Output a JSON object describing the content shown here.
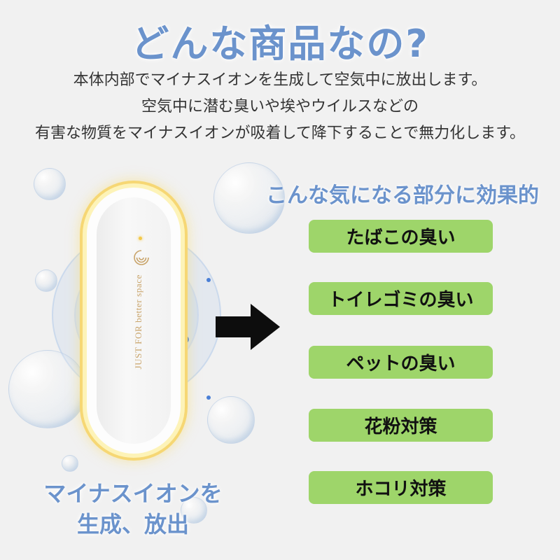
{
  "title": "どんな商品なの?",
  "description": [
    "本体内部でマイナスイオンを生成して空気中に放出します。",
    "空気中に潜む臭いや埃やウイルスなどの",
    "有害な物質をマイナスイオンが吸着して降下することで無力化します。"
  ],
  "subheading": "こんな気になる部分に効果的",
  "benefits": [
    "たばこの臭い",
    "トイレゴミの臭い",
    "ペットの臭い",
    "花粉対策",
    "ホコリ対策"
  ],
  "device": {
    "text": "JUST FOR better space"
  },
  "caption": [
    "マイナスイオンを",
    "生成、放出"
  ],
  "colors": {
    "accent": "#6b93cc",
    "benefit_bg": "#9ed56a",
    "device_glow": "#f6d774"
  }
}
